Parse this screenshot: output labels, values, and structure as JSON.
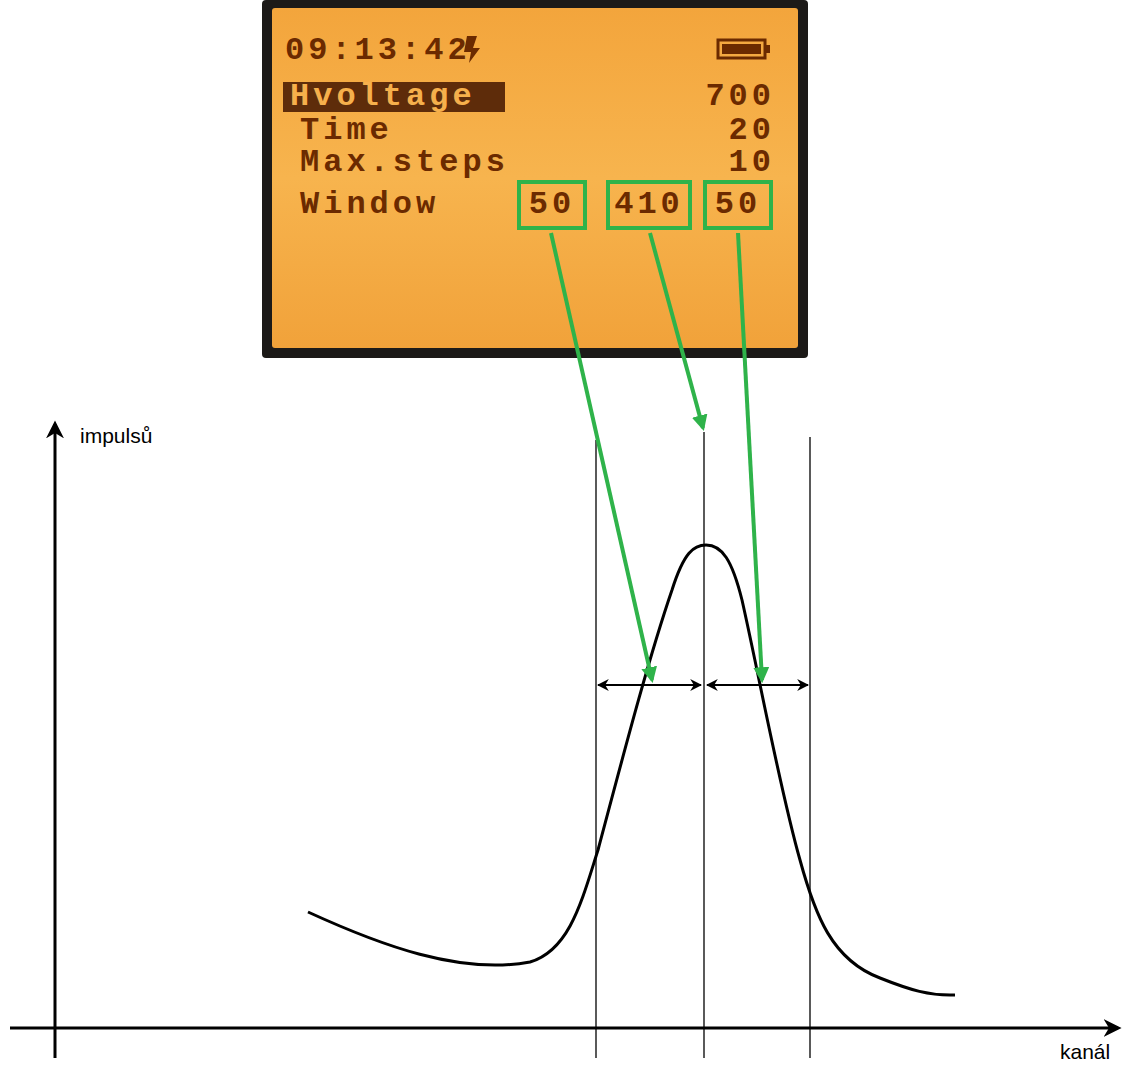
{
  "diagram": {
    "nodes": [
      {
        "text": [
          "09:13:42",
          "Hvoltage",
          "700",
          "Time",
          "20",
          "Max.steps",
          "10",
          "Window"
        ]
      },
      {
        "text": [
          "50"
        ],
        "in": 0
      },
      {
        "text": [
          "410"
        ],
        "in": 0
      },
      {
        "text": [
          "50"
        ],
        "in": 0
      }
    ],
    "labels": [
      "impulsů",
      "kanál"
    ]
  }
}
